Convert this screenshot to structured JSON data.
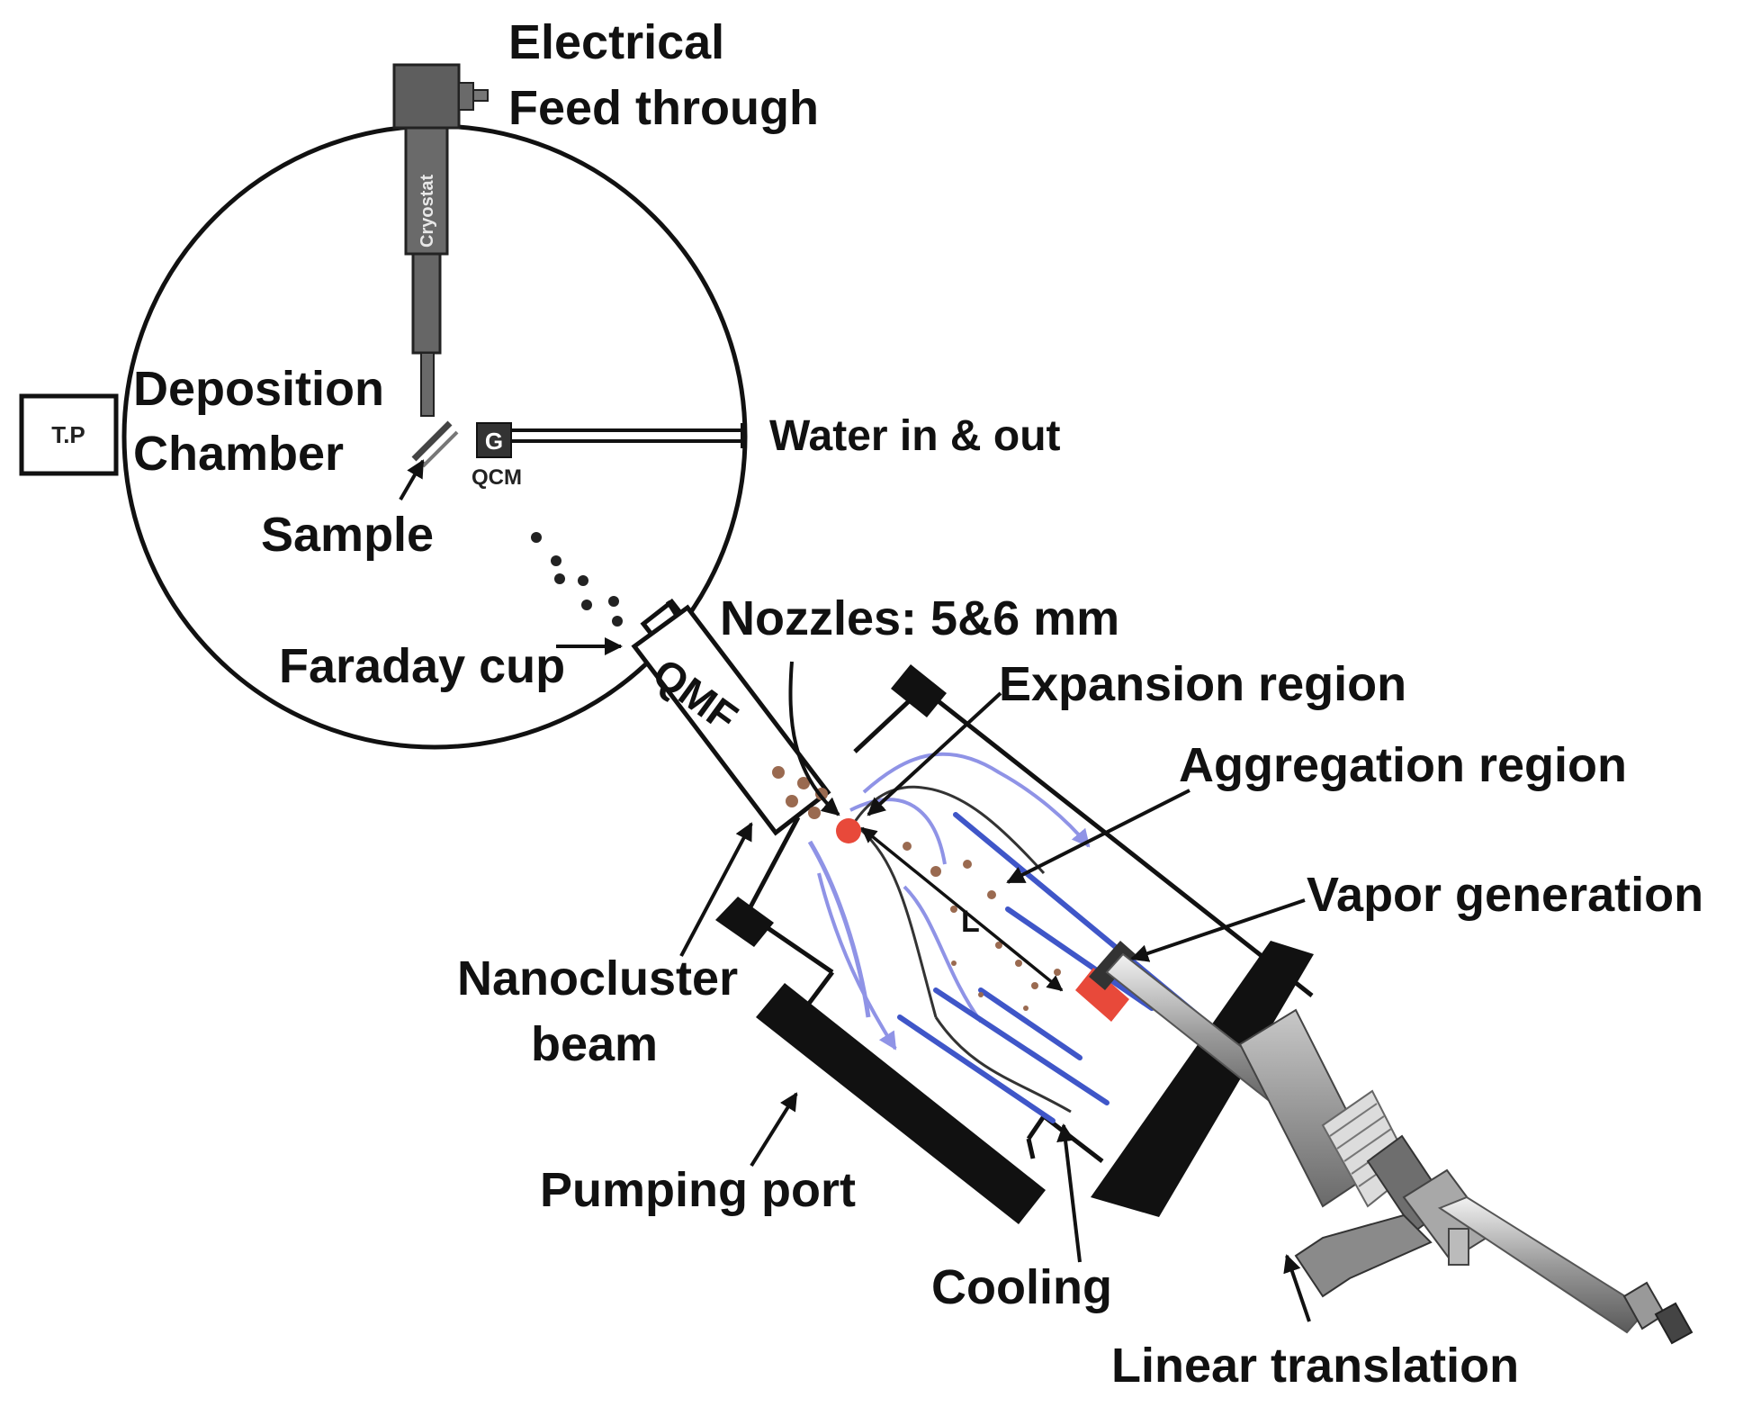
{
  "labels": {
    "electrical_feedthrough_line1": "Electrical",
    "electrical_feedthrough_line2": "Feed through",
    "cryostat": "Cryostat",
    "deposition_chamber_line1": "Deposition",
    "deposition_chamber_line2": "Chamber",
    "turbo_pump": "T.P",
    "qcm": "QCM",
    "water": "Water in & out",
    "sample": "Sample",
    "nozzles": "Nozzles: 5&6 mm",
    "faraday_cup": "Faraday cup",
    "qmf": "QMF",
    "expansion_region": "Expansion region",
    "aggregation_region": "Aggregation region",
    "vapor_generation": "Vapor generation",
    "nanocluster_beam_line1": "Nanocluster",
    "nanocluster_beam_line2": "beam",
    "distance_label": "L",
    "pumping_port": "Pumping port",
    "cooling": "Cooling",
    "linear_translation": "Linear translation"
  },
  "colors": {
    "line": "#111111",
    "cryostat_fill": "#5e5e5e",
    "gas_flow": "#8f93e6",
    "cooling_line": "#3f56c8",
    "hot_spot": "#e8493a",
    "cluster": "#9a6a50"
  }
}
